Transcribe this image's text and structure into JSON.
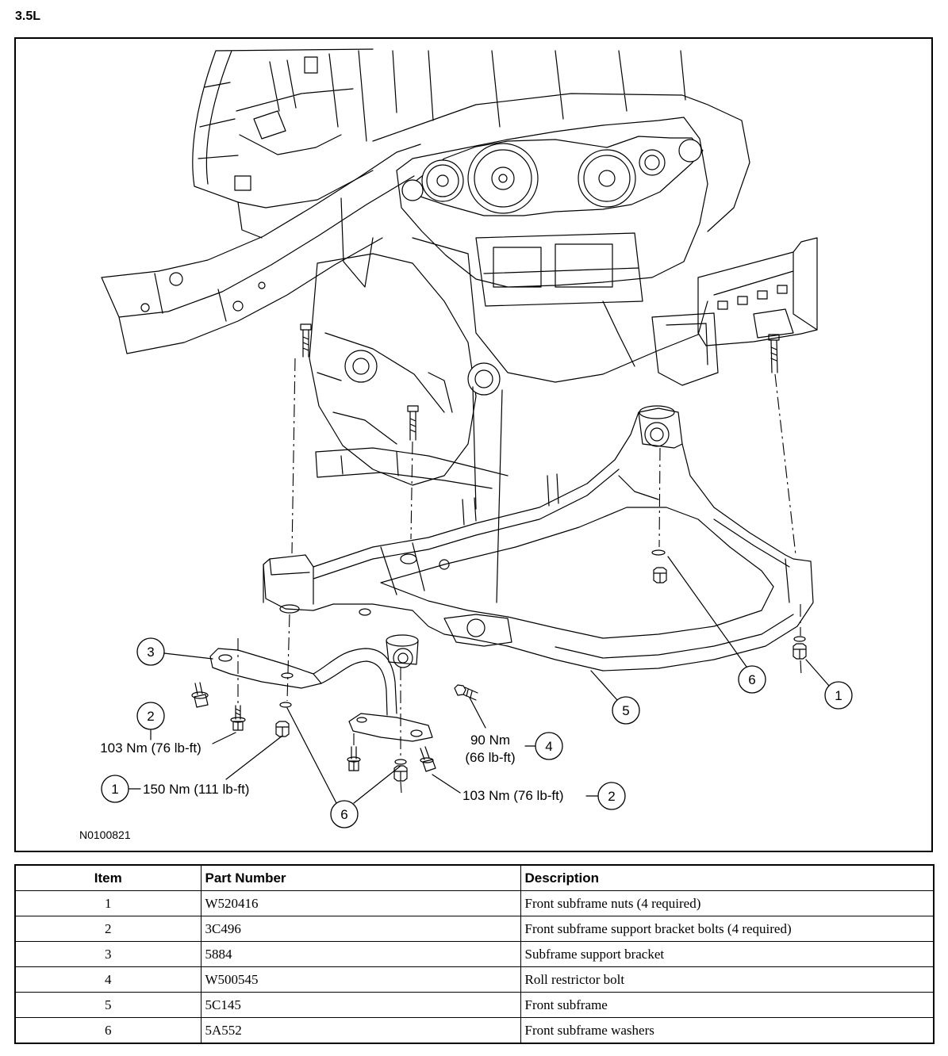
{
  "header": {
    "title": "3.5L"
  },
  "diagram": {
    "figure_id": "N0100821",
    "callouts": [
      {
        "number": "3"
      },
      {
        "number": "2",
        "torque": "103 Nm (76 lb-ft)"
      },
      {
        "number": "1",
        "torque": "150 Nm (111 lb-ft)"
      },
      {
        "number": "6"
      },
      {
        "number": "4",
        "torque_nm": "90 Nm",
        "torque_lbft": "(66 lb-ft)"
      },
      {
        "number": "2",
        "torque": "103 Nm (76 lb-ft)"
      },
      {
        "number": "5"
      },
      {
        "number": "6"
      },
      {
        "number": "1"
      }
    ]
  },
  "table": {
    "columns": {
      "item": "Item",
      "part_number": "Part Number",
      "description": "Description"
    },
    "rows": [
      {
        "item": "1",
        "part_number": "W520416",
        "description": "Front subframe nuts (4 required)"
      },
      {
        "item": "2",
        "part_number": "3C496",
        "description": "Front subframe support bracket bolts (4 required)"
      },
      {
        "item": "3",
        "part_number": "5884",
        "description": "Subframe support bracket"
      },
      {
        "item": "4",
        "part_number": "W500545",
        "description": "Roll restrictor bolt"
      },
      {
        "item": "5",
        "part_number": "5C145",
        "description": "Front subframe"
      },
      {
        "item": "6",
        "part_number": "5A552",
        "description": "Front subframe washers"
      }
    ]
  }
}
